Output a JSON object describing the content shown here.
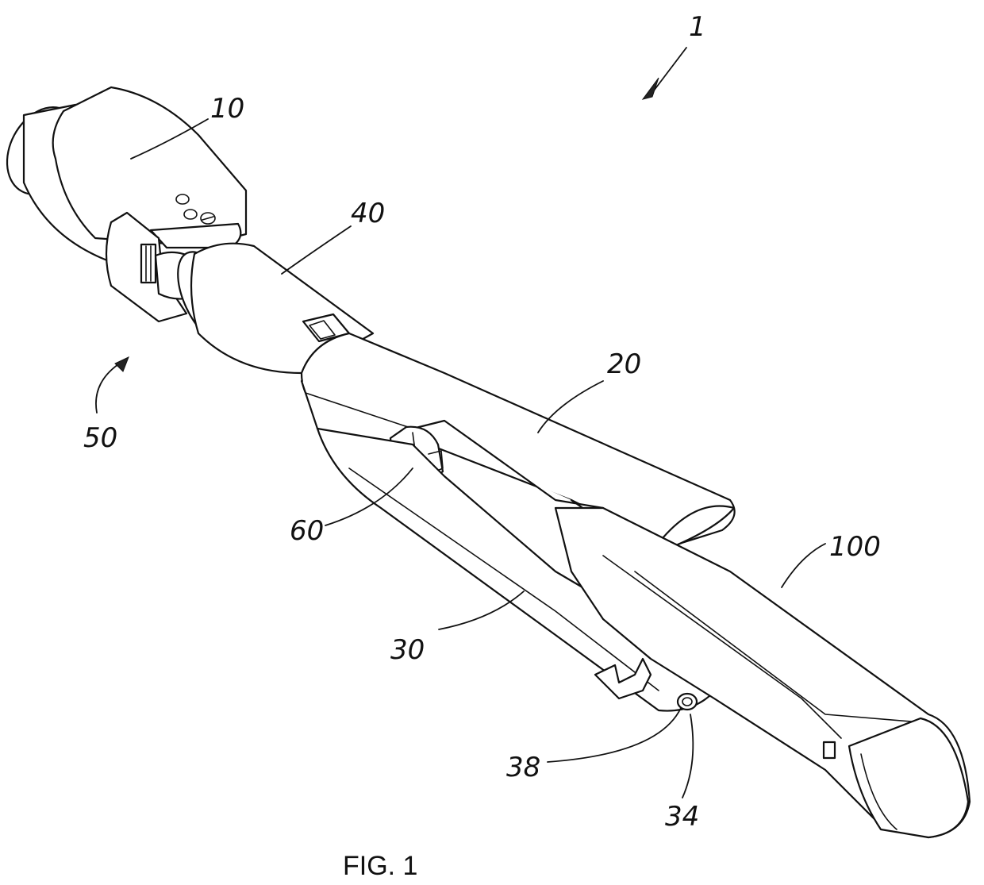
{
  "figure": {
    "caption": "FIG. 1",
    "reference_numerals": {
      "assembly": "1",
      "part_10": "10",
      "part_40": "40",
      "part_20": "20",
      "part_50": "50",
      "part_60": "60",
      "part_100": "100",
      "part_30": "30",
      "part_38": "38",
      "part_34": "34"
    }
  }
}
